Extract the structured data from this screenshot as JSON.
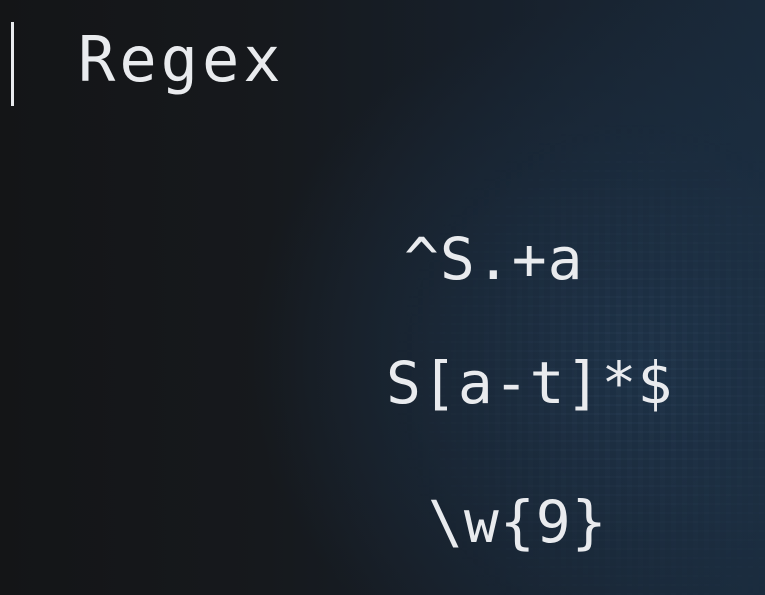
{
  "title": "Regex",
  "patterns": [
    "^S.+a",
    "S[a-t]*$",
    "\\w{9}"
  ]
}
